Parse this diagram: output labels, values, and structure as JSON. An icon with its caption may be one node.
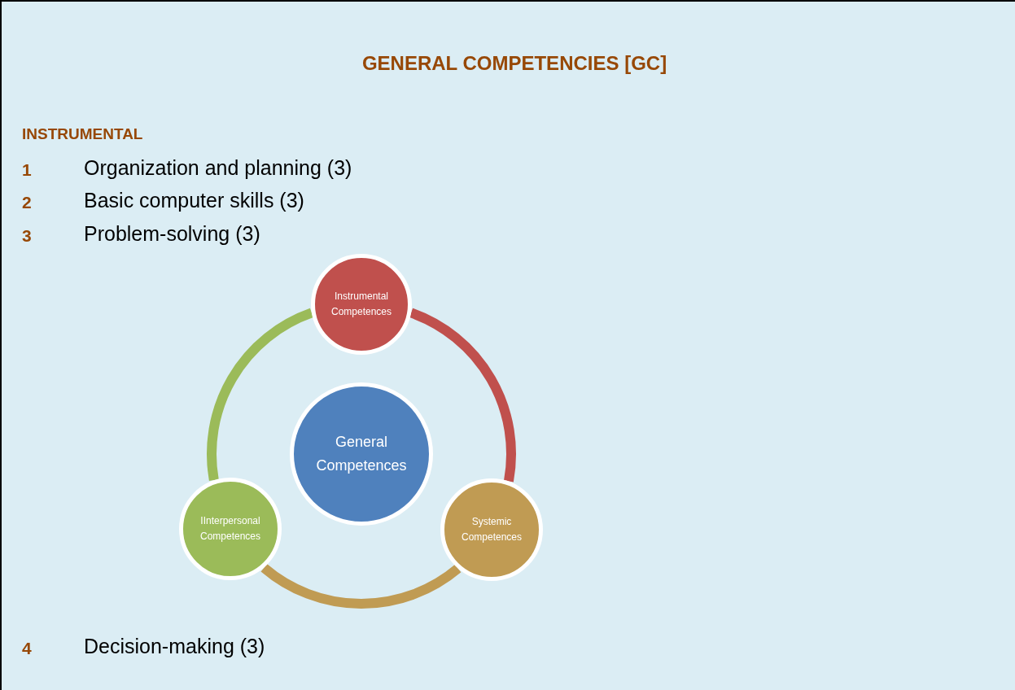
{
  "diagram": {
    "title": "GENERAL COMPETENCIES [GC]",
    "nodes": [
      {
        "text": [
          "Instrumental Competences"
        ]
      },
      {
        "text": [
          "General Competences"
        ]
      },
      {
        "text": [
          "IInterpersonal Competences"
        ]
      },
      {
        "text": [
          "Systemic Competences"
        ]
      }
    ],
    "edges": [
      {
        "from": 0,
        "to": 3,
        "arrow": "none",
        "color": "#c0504d"
      },
      {
        "from": 3,
        "to": 2,
        "arrow": "none",
        "color": "#c09b53"
      },
      {
        "from": 2,
        "to": 0,
        "arrow": "none",
        "color": "#9bbb59"
      }
    ],
    "labels": [
      "INSTRUMENTAL",
      "1",
      "Organization and planning (3)",
      "2",
      "Basic computer skills (3)",
      "3",
      "Problem-solving (3)",
      "4",
      "Decision-making (3)"
    ]
  }
}
